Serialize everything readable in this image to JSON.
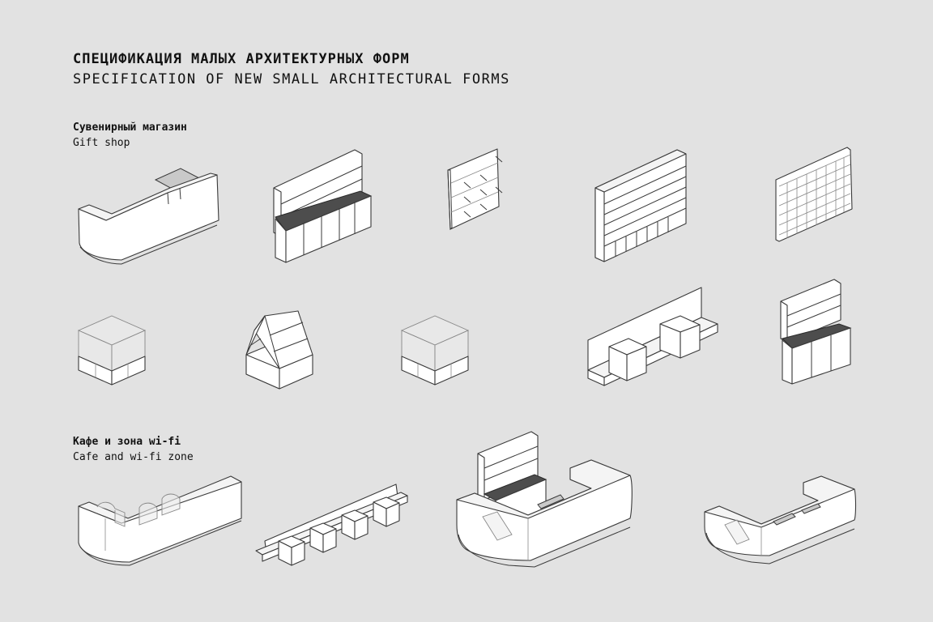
{
  "header": {
    "title_ru": "СПЕЦИФИКАЦИЯ МАЛЫХ АРХИТЕКТУРНЫХ ФОРМ",
    "title_en": "SPECIFICATION OF NEW SMALL ARCHITECTURAL FORMS"
  },
  "sections": [
    {
      "title_ru": "Сувенирный магазин",
      "title_en": "Gift shop"
    },
    {
      "title_ru": "Кафе и зона wi-fi",
      "title_en": "Cafe and wi-fi zone"
    }
  ],
  "colors": {
    "background": "#e2e2e2",
    "line": "#3a3a3a",
    "dark_top": "#4d4d4d",
    "fill": "#ffffff"
  }
}
